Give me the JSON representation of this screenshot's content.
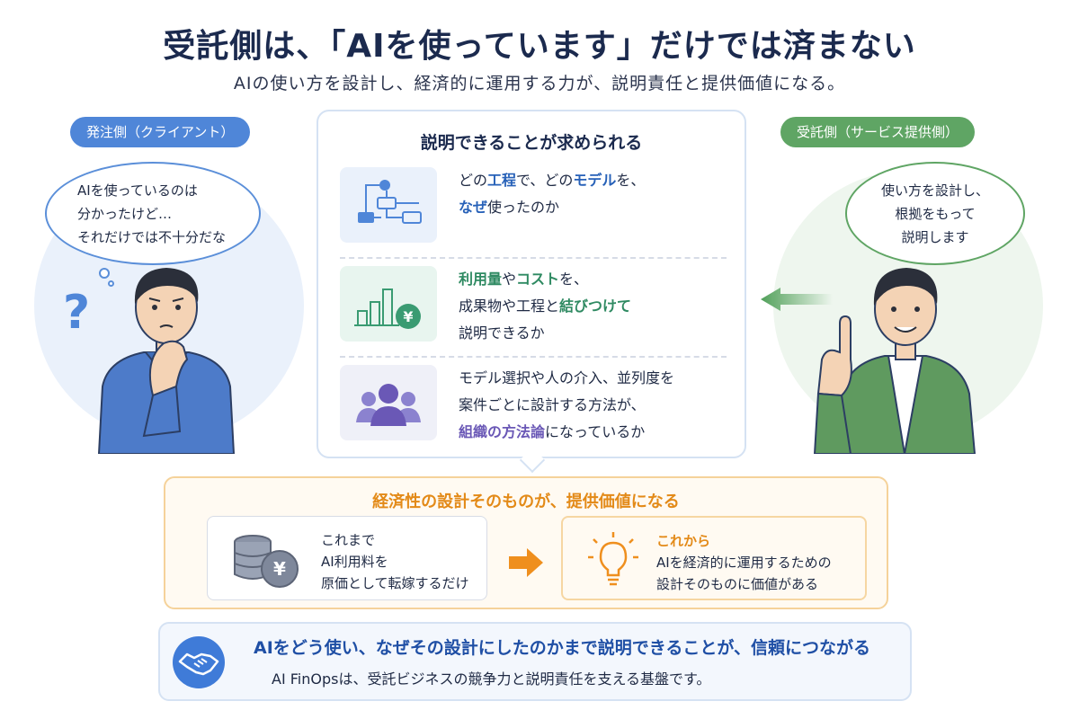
{
  "header": {
    "title": "受託側は、「AIを使っています」だけでは済まない",
    "subtitle": "AIの使い方を設計し、経済的に運用する力が、説明責任と提供価値になる。"
  },
  "client": {
    "label": "発注側（クライアント）",
    "speech": [
      "AIを使っているのは",
      "分かったけど…",
      "それだけでは不十分だな"
    ]
  },
  "provider": {
    "label": "受託側（サービス提供側）",
    "speech": [
      "使い方を設計し、",
      "根拠をもって",
      "説明します"
    ]
  },
  "center": {
    "title": "説明できることが求められる",
    "rows": [
      {
        "line1_a": "どの",
        "line1_b": "工程",
        "line1_c": "で、どの",
        "line1_d": "モデル",
        "line1_e": "を、",
        "line2_a": "なぜ",
        "line2_b": "使ったのか",
        "icon": "workflow-diagram-icon"
      },
      {
        "line1_a": "利用量",
        "line1_b": "や",
        "line1_c": "コスト",
        "line1_d": "を、",
        "line2_a": "成果物や工程と",
        "line2_b": "結びつけて",
        "line3": "説明できるか",
        "icon": "bar-chart-yen-icon"
      },
      {
        "line1": "モデル選択や人の介入、並列度を",
        "line2": "案件ごとに設計する方法が、",
        "line3_a": "組織の方法論",
        "line3_b": "になっているか",
        "icon": "team-people-icon"
      }
    ]
  },
  "economy": {
    "title": "経済性の設計そのものが、提供価値になる",
    "before": {
      "head": "これまで",
      "line1": "AI利用料を",
      "line2": "原価として転嫁するだけ",
      "icon": "coins-yen-icon"
    },
    "after": {
      "head": "これから",
      "line1": "AIを経済的に運用するための",
      "line2": "設計そのものに価値がある",
      "icon": "lightbulb-icon"
    }
  },
  "bottom": {
    "main": "AIをどう使い、なぜその設計にしたのかまで説明できることが、信頼につながる",
    "sub": "AI FinOpsは、受託ビジネスの競争力と説明責任を支える基盤です。",
    "icon": "handshake-icon"
  },
  "colors": {
    "client_blue": "#4f86d8",
    "provider_green": "#5fa564",
    "accent_orange": "#e38a18",
    "navy": "#1b2a4e"
  }
}
